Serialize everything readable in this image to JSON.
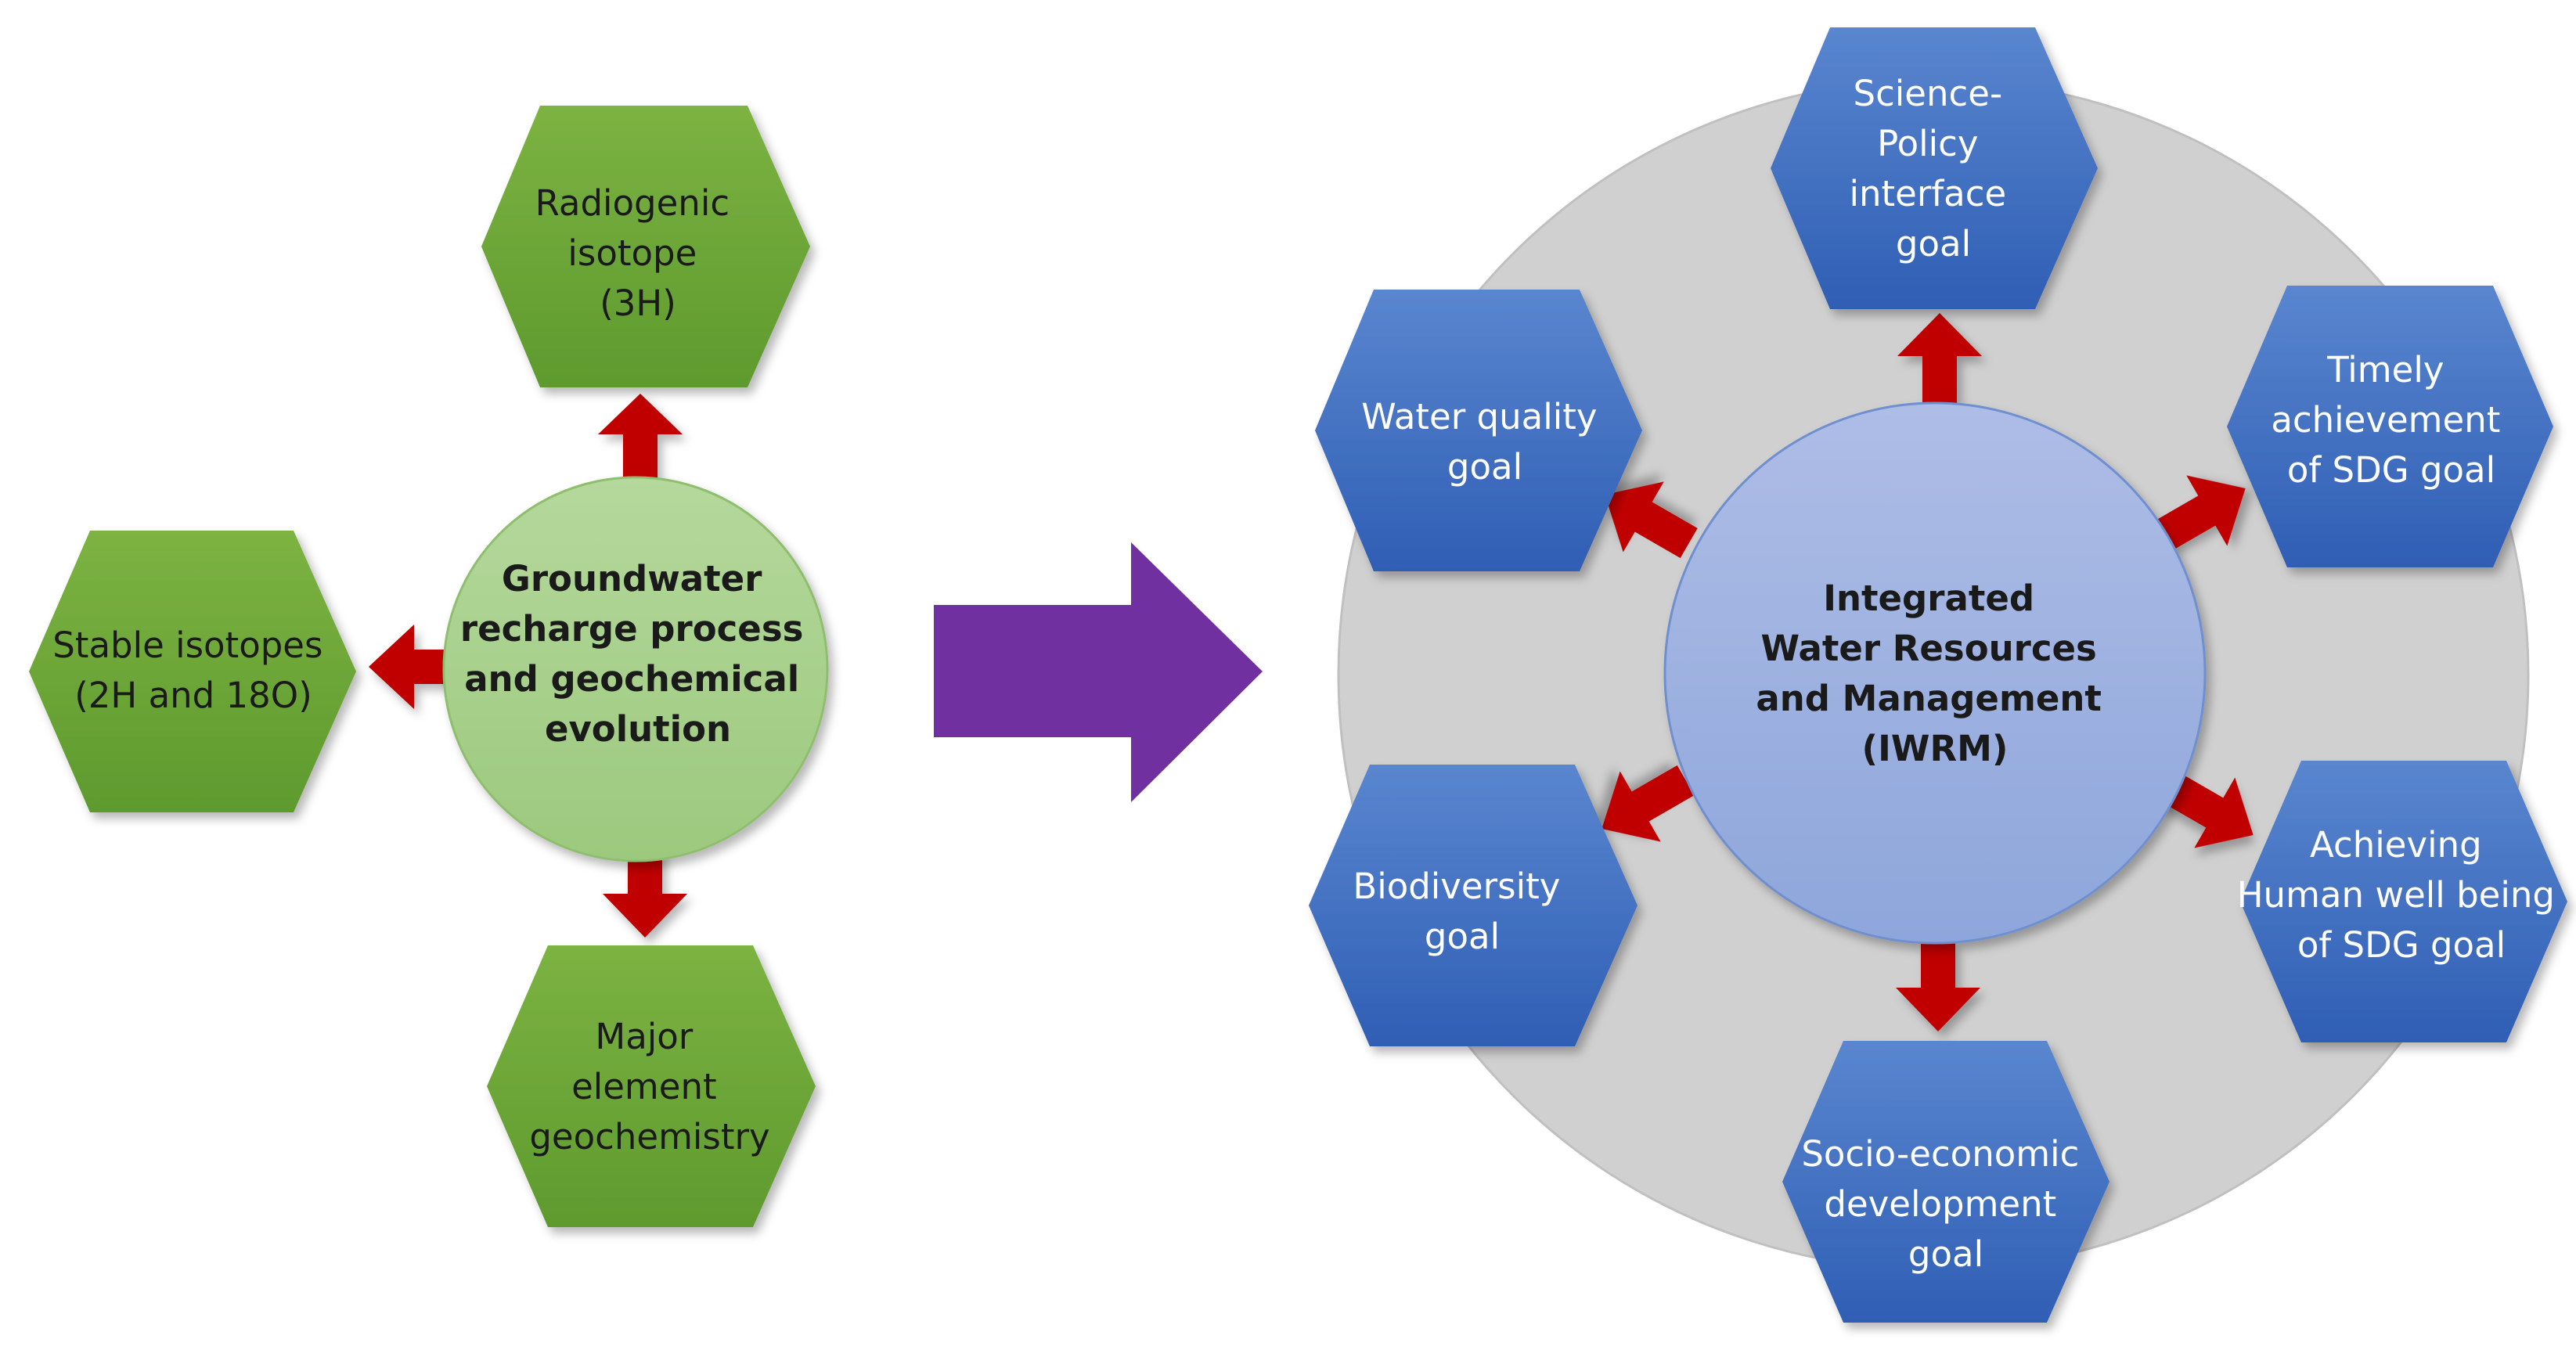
{
  "left_panel": {
    "center": {
      "lines": [
        "Groundwater",
        "recharge process",
        "and geochemical",
        "evolution"
      ]
    },
    "nodes": [
      {
        "key": "radiogenic",
        "lines": [
          "Radiogenic",
          "isotope",
          "(3H)"
        ]
      },
      {
        "key": "stable",
        "lines": [
          "Stable isotopes",
          "(2H and 18O)"
        ]
      },
      {
        "key": "major",
        "lines": [
          "Major",
          "element",
          "geochemistry"
        ]
      }
    ]
  },
  "right_panel": {
    "center": {
      "lines": [
        "Integrated",
        "Water Resources",
        "and Management",
        "(IWRM)"
      ]
    },
    "nodes": [
      {
        "key": "science-policy",
        "lines": [
          "Science-",
          "Policy",
          "interface",
          "goal"
        ]
      },
      {
        "key": "water-quality",
        "lines": [
          "Water quality",
          "goal"
        ]
      },
      {
        "key": "timely-sdg",
        "lines": [
          "Timely",
          "achievement",
          "of SDG goal"
        ]
      },
      {
        "key": "biodiversity",
        "lines": [
          "Biodiversity",
          "goal"
        ]
      },
      {
        "key": "human-well-being",
        "lines": [
          "Achieving",
          "Human well being",
          "of SDG goal"
        ]
      },
      {
        "key": "socio-economic",
        "lines": [
          "Socio-economic",
          "development",
          "goal"
        ]
      }
    ]
  },
  "colors": {
    "green_hex_top": "#7cb342",
    "green_hex_bottom": "#5e9a2e",
    "green_circle": "#a9d18e",
    "blue_hex_top": "#5a86cf",
    "blue_hex_bottom": "#2f5eb4",
    "blue_circle": "#a3b6e2",
    "gray_ring": "#d0d0d0",
    "red_arrow": "#c00000",
    "purple_arrow": "#7030a0",
    "dark_text": "#1a1a1a",
    "light_text": "#ffffff"
  }
}
